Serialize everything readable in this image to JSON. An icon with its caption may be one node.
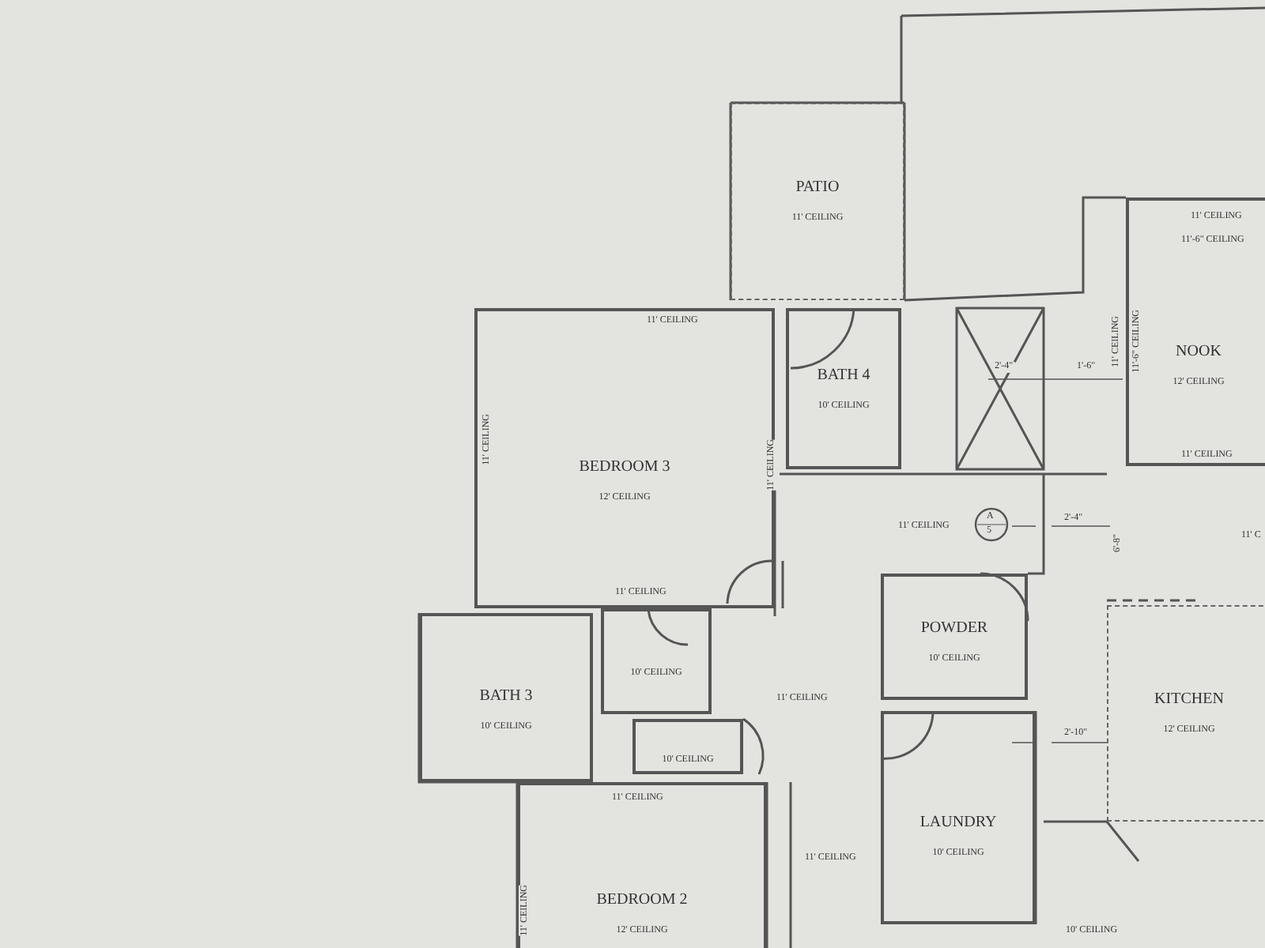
{
  "diagram": {
    "nodes": [
      {
        "text": [
          "PATIO",
          "11' CEILING"
        ]
      },
      {
        "text": [
          "BEDROOM 3",
          "12' CEILING"
        ]
      },
      {
        "text": [
          "BATH 4",
          "10' CEILING"
        ]
      },
      {
        "text": [
          "NOOK",
          "12' CEILING"
        ]
      },
      {
        "text": [
          "POWDER",
          "10' CEILING"
        ]
      },
      {
        "text": [
          "BATH 3",
          "10' CEILING"
        ]
      },
      {
        "text": [
          "10' CEILING"
        ]
      },
      {
        "text": [
          "10' CEILING"
        ]
      },
      {
        "text": [
          "KITCHEN",
          "12' CEILING"
        ]
      },
      {
        "text": [
          "LAUNDRY",
          "10' CEILING"
        ]
      },
      {
        "text": [
          "BEDROOM 2",
          "12' CEILING"
        ]
      }
    ],
    "labels": [
      "11' CEILING",
      "11' CEILING",
      "11' CEILING",
      "11' CEILING",
      "11'-6\" CEILING",
      "2'-4\"",
      "1'-6\"",
      "11' CEILING",
      "11'-6\" CEILING",
      "11' CEILING",
      "A",
      "5",
      "2'-4\"",
      "6'-8\"",
      "11' C",
      "11' CEILING",
      "11' CEILING",
      "2'-10\"",
      "11' CEILING",
      "11' CEILING",
      "11' CEILING",
      "11' CEILING",
      "10' CEILING"
    ]
  }
}
